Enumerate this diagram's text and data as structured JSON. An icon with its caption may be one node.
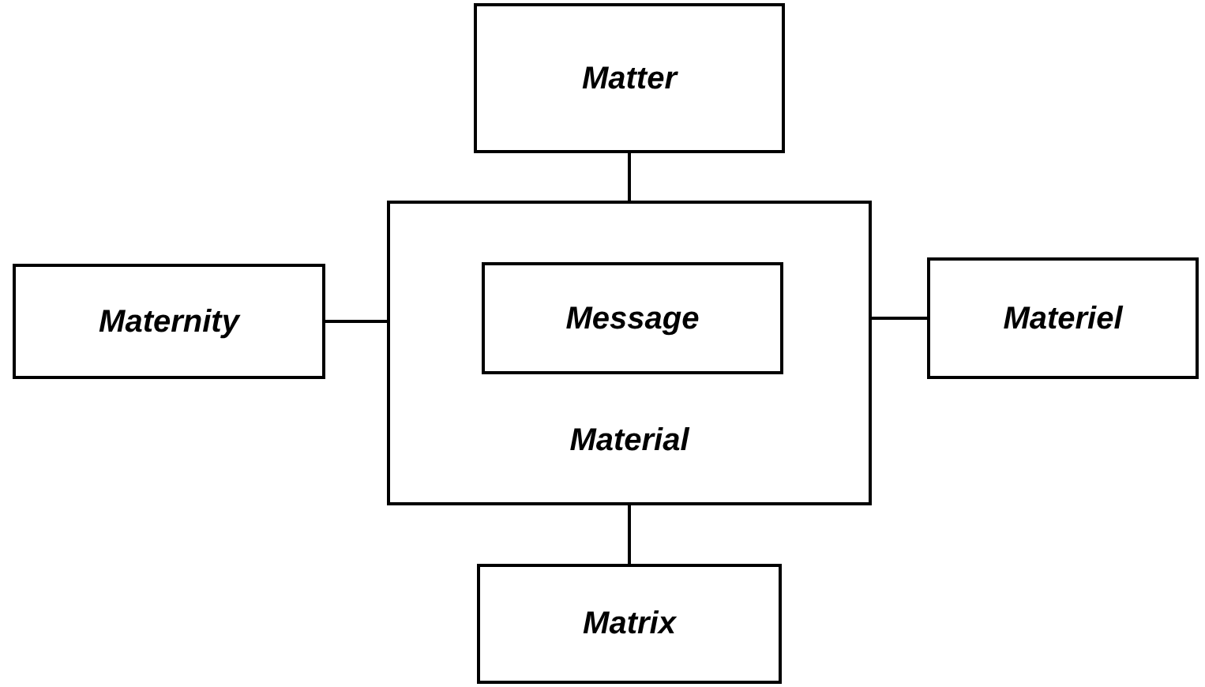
{
  "diagram": {
    "nodes": [
      {
        "text": [
          "Matter"
        ]
      },
      {
        "text": [
          "Material"
        ]
      },
      {
        "text": [
          "Message"
        ],
        "in": 1
      },
      {
        "text": [
          "Maternity"
        ]
      },
      {
        "text": [
          "Materiel"
        ]
      },
      {
        "text": [
          "Matrix"
        ]
      }
    ],
    "edges": [
      {
        "from": 0,
        "to": 1,
        "arrow": "none"
      },
      {
        "from": 3,
        "to": 1,
        "arrow": "none"
      },
      {
        "from": 1,
        "to": 4,
        "arrow": "none"
      },
      {
        "from": 1,
        "to": 5,
        "arrow": "none"
      }
    ]
  }
}
